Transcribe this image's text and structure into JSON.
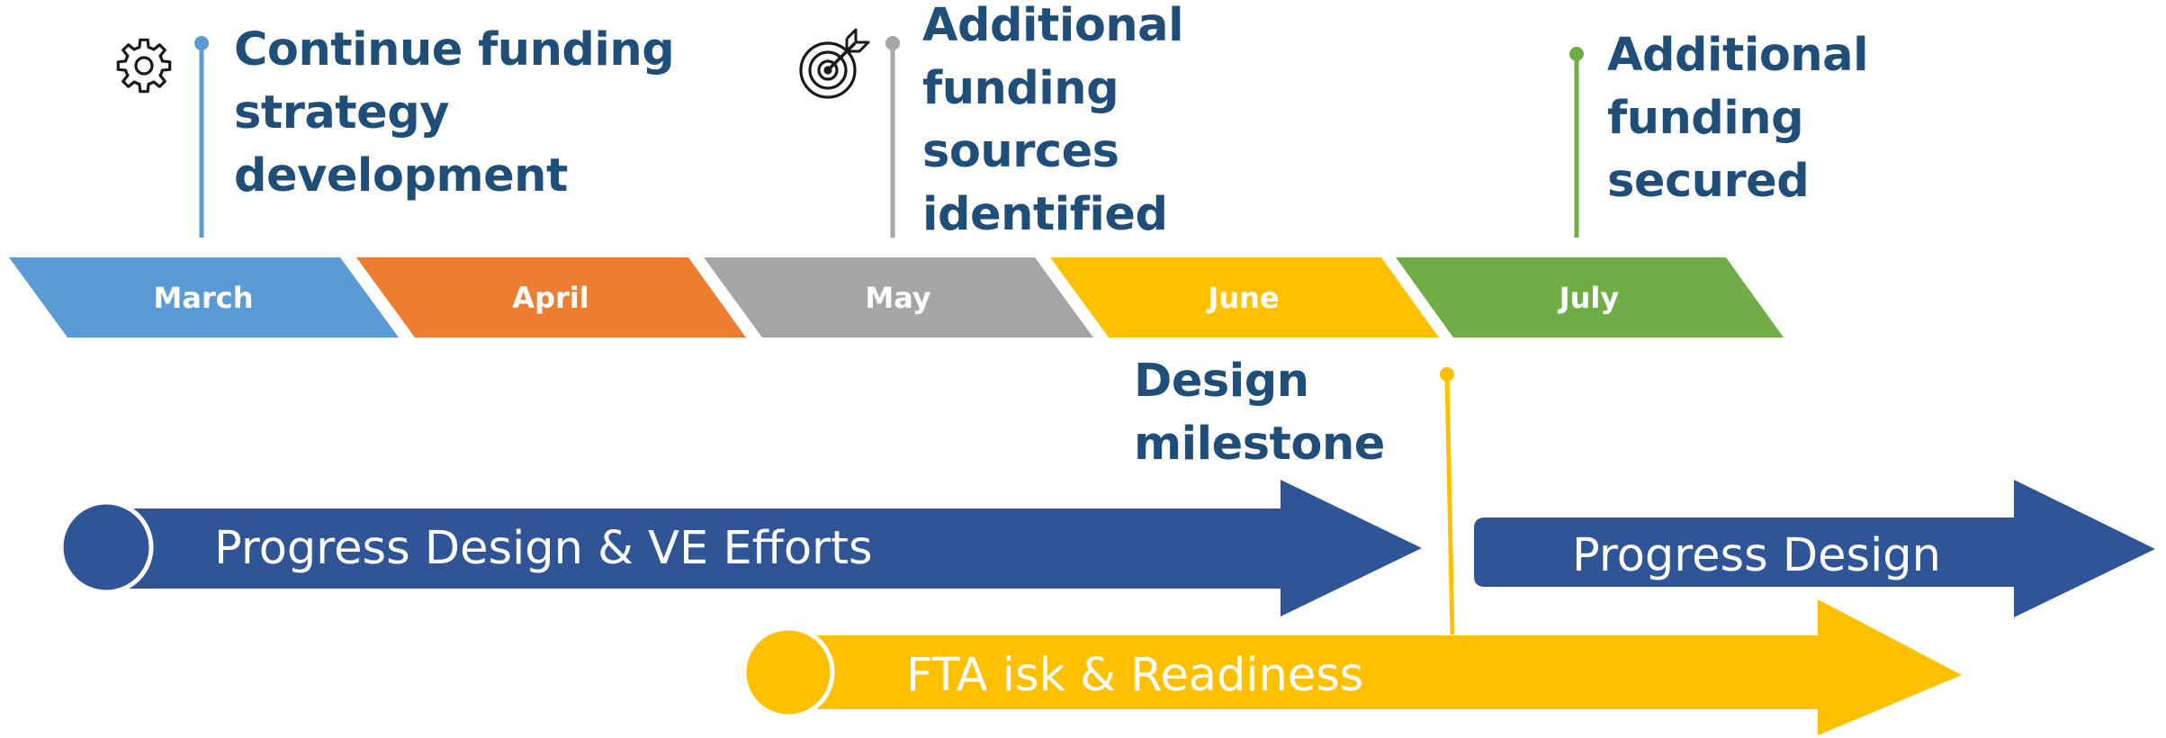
{
  "timeline": {
    "months": [
      {
        "label": "March",
        "color": "#5b9bd5"
      },
      {
        "label": "April",
        "color": "#ed7d31"
      },
      {
        "label": "May",
        "color": "#a5a5a5"
      },
      {
        "label": "June",
        "color": "#ffc000"
      },
      {
        "label": "July",
        "color": "#70ad47"
      }
    ]
  },
  "milestones": {
    "march": {
      "icon": "gear-icon",
      "color": "#5b9bd5",
      "lines": [
        "Continue funding",
        "strategy",
        "development"
      ]
    },
    "may": {
      "icon": "target-icon",
      "color": "#a5a5a5",
      "lines": [
        "Additional",
        "funding",
        "sources",
        "identified"
      ]
    },
    "july": {
      "color": "#70ad47",
      "lines": [
        "Additional",
        "funding",
        "secured"
      ]
    },
    "design": {
      "color": "#ffc000",
      "lines": [
        "Design",
        "milestone"
      ]
    }
  },
  "workstreams": {
    "progress_ve": {
      "label": "Progress Design & VE Efforts",
      "color": "#2f5597"
    },
    "progress_design": {
      "label": "Progress Design",
      "color": "#2f5597"
    },
    "fta": {
      "label": "FTA isk & Readiness",
      "color": "#ffc000"
    }
  },
  "colors": {
    "text": "#1f4e79"
  }
}
